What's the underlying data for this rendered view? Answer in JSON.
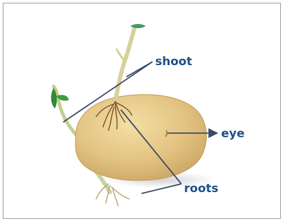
{
  "labels": {
    "shoot": "shoot",
    "eye": "eye",
    "roots": "roots"
  },
  "colors": {
    "label": "#1f4f86",
    "pointer": "#3a4a66",
    "potato": "#e6c98a",
    "sprout": "#b9c98a",
    "root": "#8a5a2a",
    "leaf": "#2f8a3a",
    "frame": "#9a9a9a"
  }
}
